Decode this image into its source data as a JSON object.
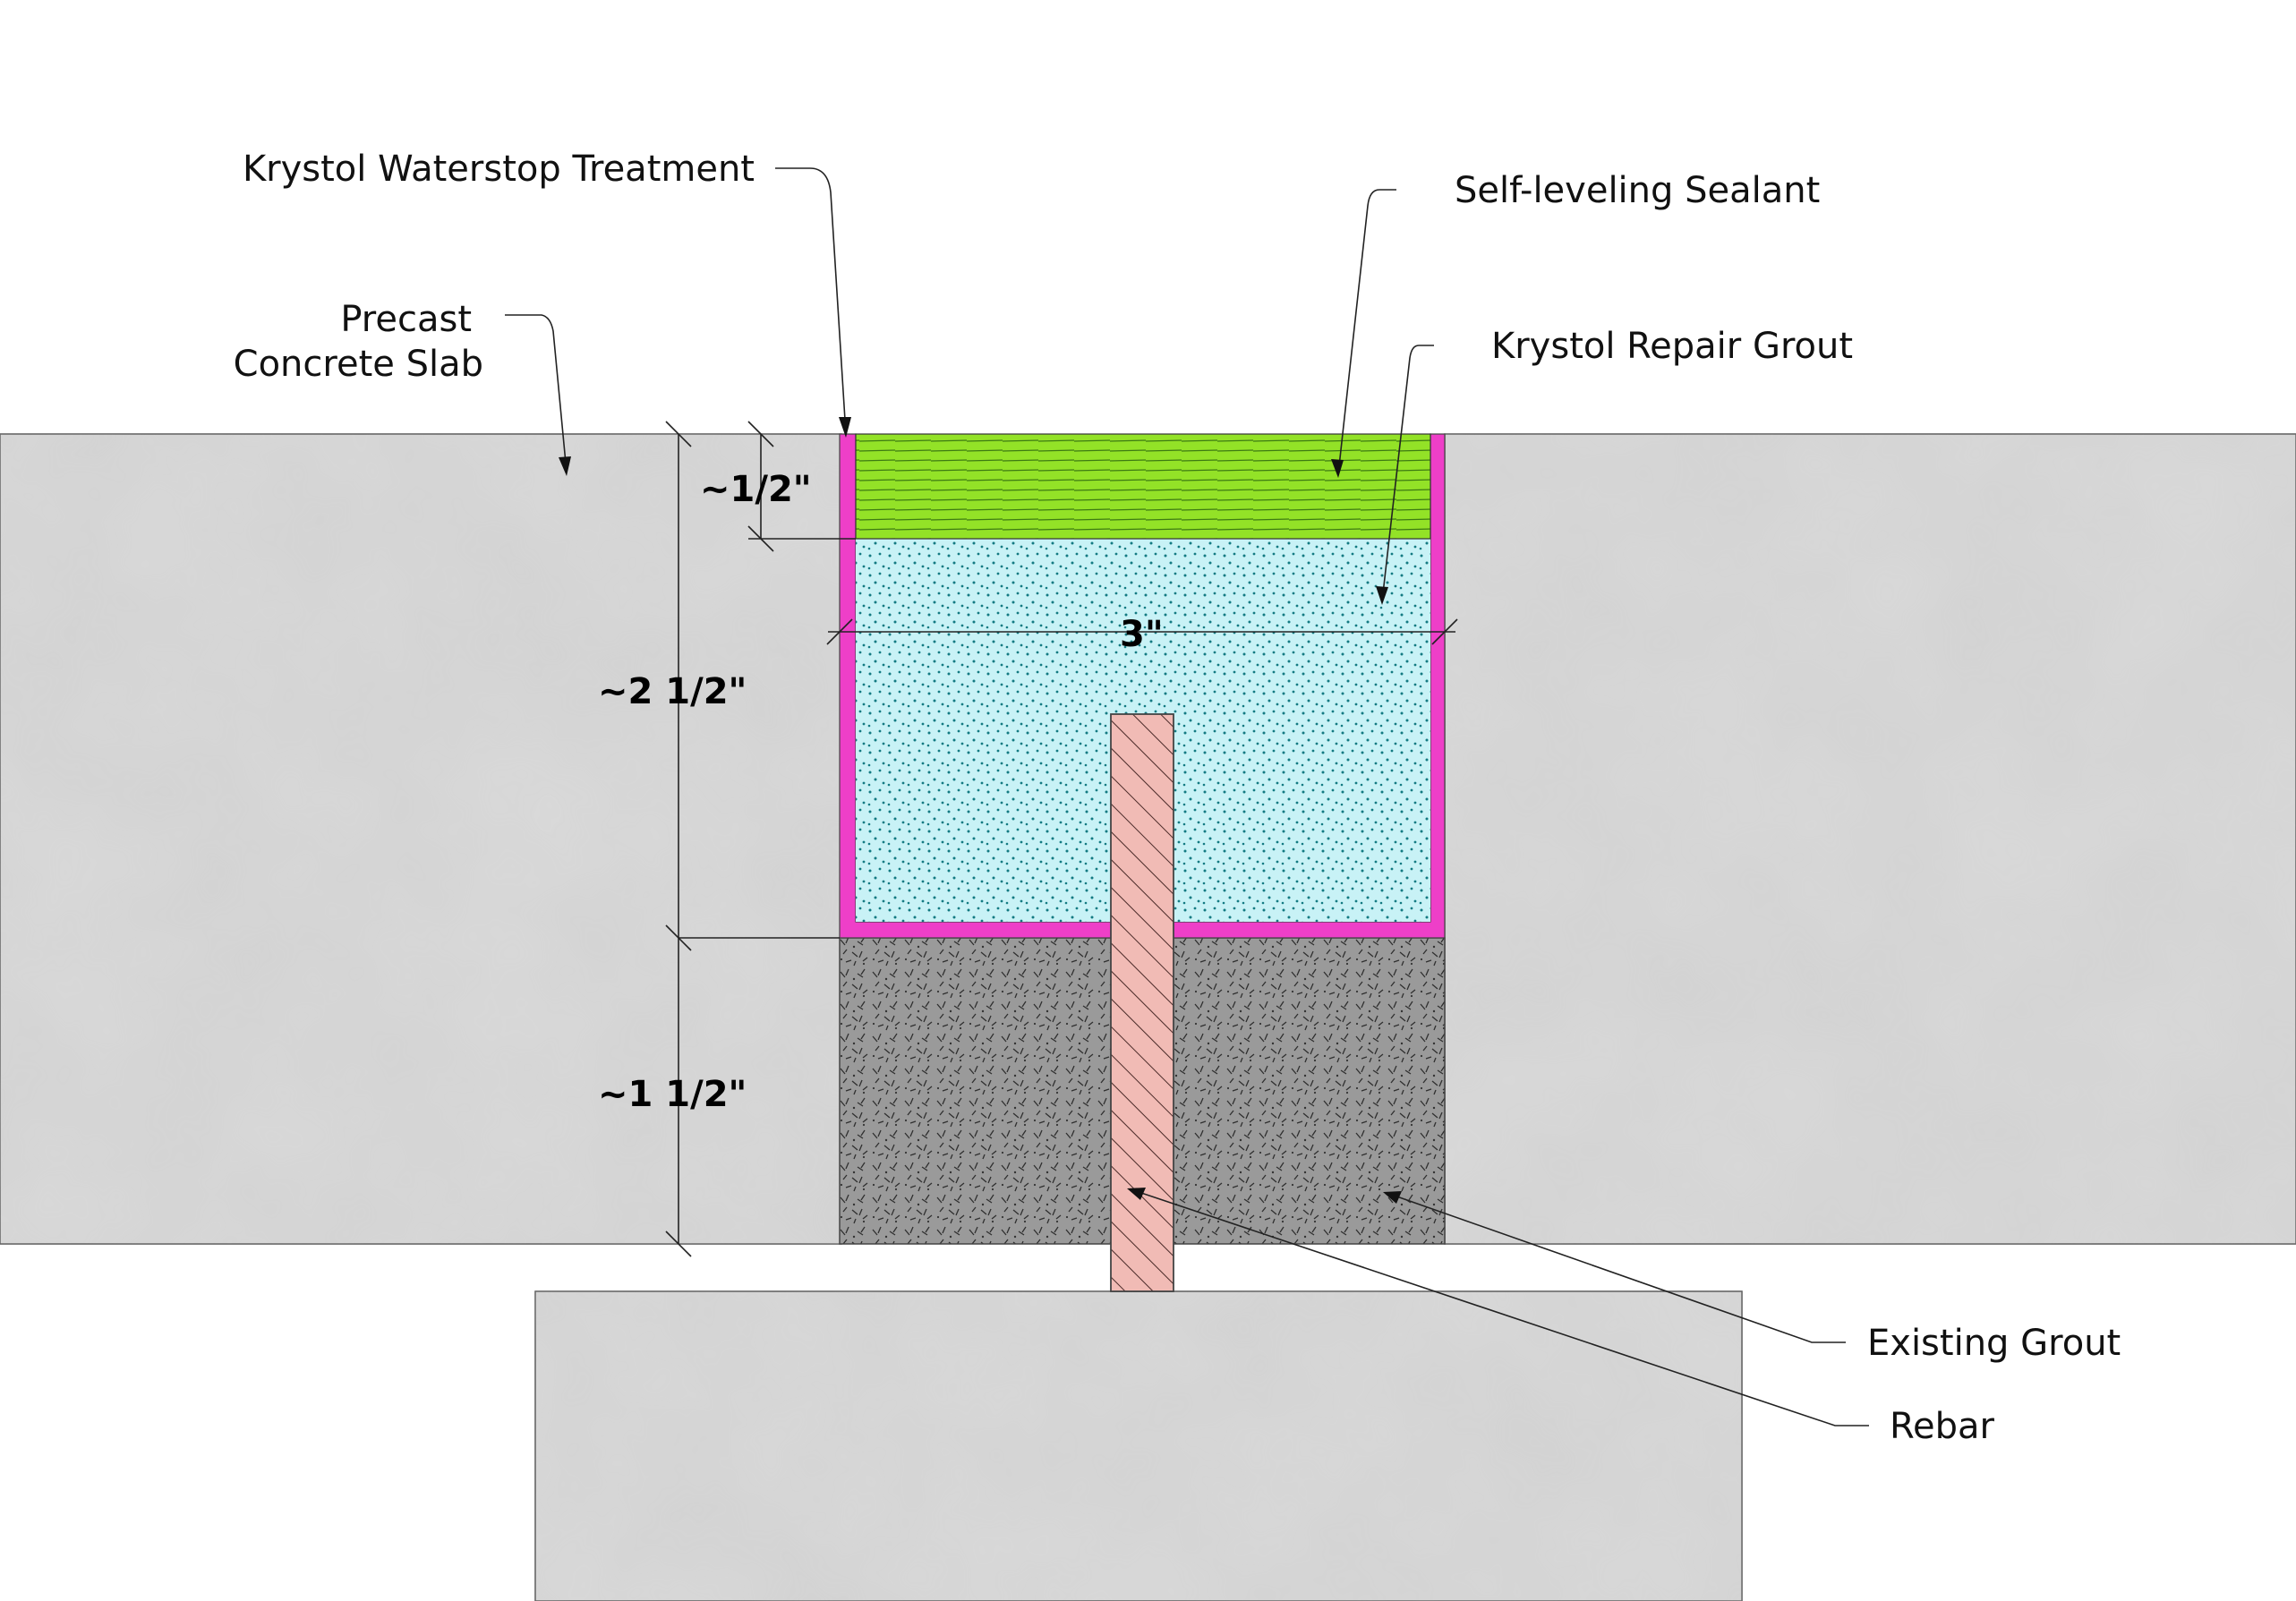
{
  "labels": {
    "waterstop": "Krystol Waterstop Treatment",
    "precast_line1": "Precast",
    "precast_line2": "Concrete Slab",
    "sealant": "Self-leveling Sealant",
    "repair_grout": "Krystol Repair Grout",
    "existing_grout": "Existing Grout",
    "rebar": "Rebar"
  },
  "dimensions": {
    "sealant_depth": "~1/2\"",
    "joint_width": "3\"",
    "repair_depth": "~2 1/2\"",
    "grout_depth": "~1 1/2\""
  },
  "colors": {
    "concrete": "#d9d9d9",
    "sealant": "#93e227",
    "repair_grout": "#c8f2f6",
    "waterstop": "#ee3fc8",
    "existing_grout": "#9a9a9a",
    "rebar": "#f1bbb5"
  }
}
